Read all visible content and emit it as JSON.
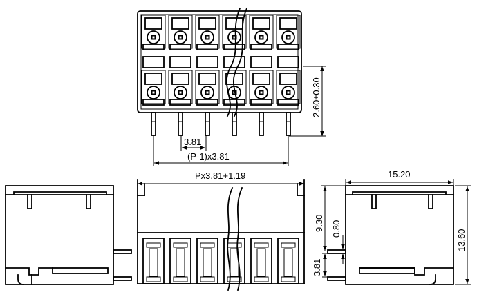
{
  "dimensions": {
    "top_height": "2.60±0.30",
    "pitch": "3.81",
    "span": "(P-1)x3.81",
    "overall_width": "Px3.81+1.19",
    "depth": "15.20",
    "height_total": "13.60",
    "height_upper": "9.30",
    "pin_thickness": "0.80",
    "pin_offset": "3.81"
  }
}
